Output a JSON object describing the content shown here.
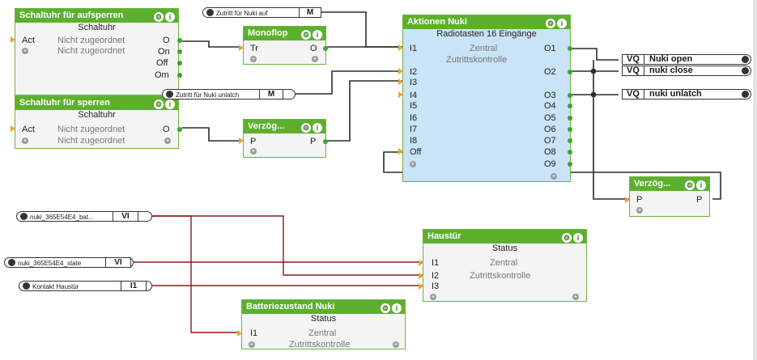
{
  "blocks": {
    "schaltuhr_auf": {
      "title": "Schaltuhr für aufsperren",
      "sub": "Schaltuhr",
      "in1": "Act",
      "in1v": "Nicht zugeordnet",
      "in2v": "Nicht zugeordnet",
      "out1": "O",
      "out2": "On",
      "out3": "Off",
      "out4": "Om"
    },
    "schaltuhr_sp": {
      "title": "Schaltuhr für sperren",
      "sub": "Schaltuhr",
      "in1": "Act",
      "in1v": "Nicht zugeordnet",
      "in2v": "Nicht zugeordnet",
      "out1": "O"
    },
    "monoflop": {
      "title": "Monoflop",
      "in1": "Tr",
      "out1": "O"
    },
    "verzoeg1": {
      "title": "Verzög...",
      "in1": "P",
      "out1": "P"
    },
    "verzoeg2": {
      "title": "Verzög...",
      "in1": "P",
      "out1": "P"
    },
    "aktionen": {
      "title": "Aktionen Nuki",
      "sub1": "Radiotasten 16 Eingänge",
      "sub2": "Zentral",
      "sub3": "Zutrittskontrolle",
      "inputs": [
        "I1",
        "I2",
        "I3",
        "I4",
        "I5",
        "I6",
        "I7",
        "I8",
        "Off"
      ],
      "outputs": [
        "O1",
        "O2",
        "O3",
        "O4",
        "O5",
        "O6",
        "O7",
        "O8",
        "O9"
      ]
    },
    "haustuer": {
      "title": "Haustür",
      "sub1": "Status",
      "sub2": "Zentral",
      "sub3": "Zutrittskontrolle",
      "inputs": [
        "I1",
        "I2",
        "I3"
      ]
    },
    "batterie": {
      "title": "Batteriezustand Nuki",
      "sub1": "Status",
      "sub2": "Zentral",
      "sub3": "Zutrittskontrolle",
      "in1": "I1"
    }
  },
  "tags": {
    "zutritt_auf": {
      "label": "Zutritt für Nuki auf",
      "box": "M"
    },
    "zutritt_unlatch": {
      "label": "Zutritt für Nuki unlatch",
      "box": "M"
    },
    "nuki_bat": {
      "label": "nuki_365E54E4_bat...",
      "box": "VI"
    },
    "nuki_state": {
      "label": "nuki_365E54E4_state",
      "box": "VI"
    },
    "kontakt": {
      "label": "Kontakt Haustür",
      "box": "I1"
    }
  },
  "outputs": {
    "open": {
      "vq": "VQ",
      "name": "Nuki open"
    },
    "close": {
      "vq": "VQ",
      "name": "nuki close"
    },
    "unlatch": {
      "vq": "VQ",
      "name": "nuki unlatch"
    }
  },
  "icons": {
    "settings": "gear-icon",
    "info": "info-icon",
    "add": "plus-icon"
  },
  "colors": {
    "block_header": "#5cb02d",
    "block_border": "#6db33f",
    "wire_dark": "#333333",
    "wire_red": "#8b1a1a",
    "logic_block_bg": "#c9e3f7"
  }
}
